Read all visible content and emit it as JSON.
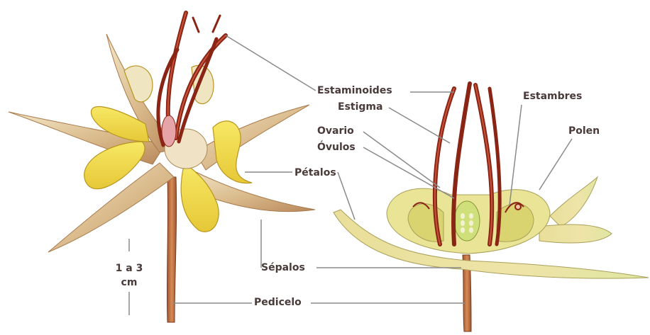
{
  "labels": {
    "estaminoides": "Estaminoides",
    "estigma": "Estigma",
    "estambres": "Estambres",
    "ovario": "Ovario",
    "ovulos": "Óvulos",
    "polen": "Polen",
    "petalos": "Pétalos",
    "sepalos": "Sépalos",
    "pedicelo": "Pedicelo"
  },
  "scale": {
    "line1": "1 a 3",
    "line2": "cm"
  },
  "colors": {
    "label_text": "#4a3a3a",
    "leader_line": "#8a8a8a",
    "sepal_light": "#efe2c2",
    "sepal_brown": "#b88a5a",
    "petal_yellow": "#f2de4a",
    "staminode_red": "#9a2a1a",
    "pedicel": "#b86a3a",
    "ovary_green": "#cfe07a"
  }
}
